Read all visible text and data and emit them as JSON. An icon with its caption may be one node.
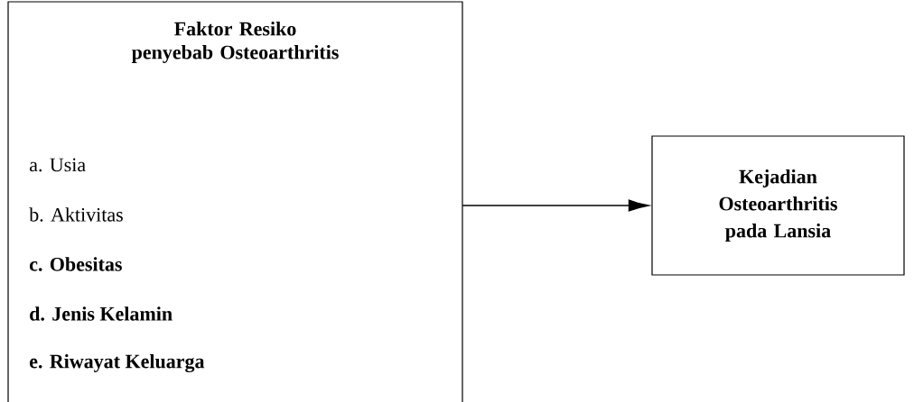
{
  "diagram": {
    "nodes": [
      {
        "text": [
          "Faktor Resiko penyebab Osteoarthritis",
          "a. Usia",
          "b. Aktivitas",
          "c. Obesitas",
          "d. Jenis Kelamin",
          "e. Riwayat Keluarga"
        ]
      },
      {
        "text": [
          "Kejadian Osteoarthritis pada Lansia"
        ]
      }
    ],
    "edges": [
      {
        "from": 0,
        "to": 1,
        "arrow": "to"
      }
    ]
  }
}
